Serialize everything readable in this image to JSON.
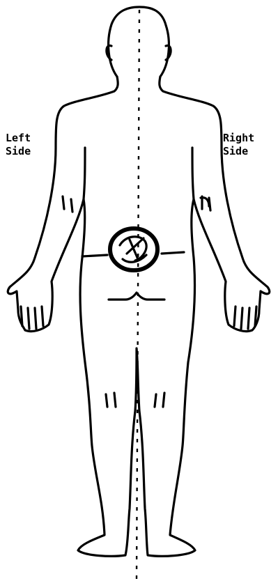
{
  "labels": {
    "left_line1": "Left",
    "left_line2": "Side",
    "right_line1": "Right",
    "right_line2": "Side"
  },
  "colors": {
    "ink": "#000000",
    "background": "#ffffff"
  },
  "icons": [
    "human-body-figure-icon",
    "marked-location-icon"
  ]
}
